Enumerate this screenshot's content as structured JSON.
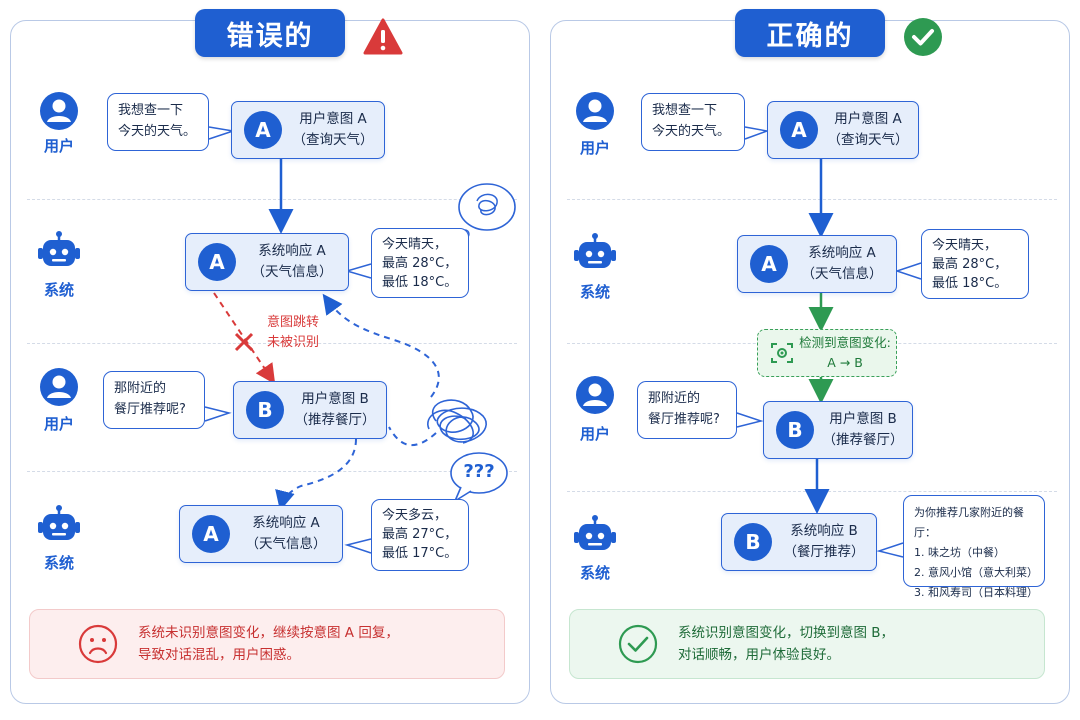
{
  "wrong": {
    "title": "错误的",
    "labels": {
      "user1": "用户",
      "sys1": "系统",
      "user2": "用户",
      "sys2": "系统"
    },
    "user_bubble_1": [
      "我想查一下",
      "今天的天气。"
    ],
    "intent_a": {
      "letter": "A",
      "line1": "用户意图 A",
      "line2": "（查询天气）"
    },
    "sys_resp_1": {
      "letter": "A",
      "line1": "系统响应 A",
      "line2": "（天气信息）"
    },
    "weather_1": [
      "今天晴天，",
      "最高 28°C，",
      "最低 18°C。"
    ],
    "jump_note": [
      "意图跳转",
      "未被识别"
    ],
    "user_bubble_2": [
      "那附近的",
      "餐厅推荐呢?"
    ],
    "intent_b": {
      "letter": "B",
      "line1": "用户意图 B",
      "line2": "（推荐餐厅）"
    },
    "confused_mark": "???",
    "sys_resp_2": {
      "letter": "A",
      "line1": "系统响应 A",
      "line2": "（天气信息）"
    },
    "weather_2": [
      "今天多云，",
      "最高 27°C，",
      "最低 17°C。"
    ],
    "summary": [
      "系统未识别意图变化，继续按意图 A 回复，",
      "导致对话混乱，用户困惑。"
    ]
  },
  "right": {
    "title": "正确的",
    "labels": {
      "user1": "用户",
      "sys1": "系统",
      "user2": "用户",
      "sys2": "系统"
    },
    "user_bubble_1": [
      "我想查一下",
      "今天的天气。"
    ],
    "intent_a": {
      "letter": "A",
      "line1": "用户意图 A",
      "line2": "（查询天气）"
    },
    "sys_resp_1": {
      "letter": "A",
      "line1": "系统响应 A",
      "line2": "（天气信息）"
    },
    "weather_1": [
      "今天晴天，",
      "最高 28°C，",
      "最低 18°C。"
    ],
    "detect": {
      "line1": "检测到意图变化:",
      "line2": "A → B"
    },
    "user_bubble_2": [
      "那附近的",
      "餐厅推荐呢?"
    ],
    "intent_b": {
      "letter": "B",
      "line1": "用户意图 B",
      "line2": "（推荐餐厅）"
    },
    "sys_resp_b": {
      "letter": "B",
      "line1": "系统响应 B",
      "line2": "（餐厅推荐）"
    },
    "recommend": [
      "为你推荐几家附近的餐厅：",
      "1. 味之坊（中餐）",
      "2. 意风小馆（意大利菜）",
      "3. 和风寿司（日本料理）"
    ],
    "summary": [
      "系统识别意图变化，切换到意图 B，",
      "对话顺畅，用户体验良好。"
    ]
  },
  "colors": {
    "blue": "#1f5fd1",
    "red": "#d93a3a",
    "green": "#2e9a52"
  }
}
